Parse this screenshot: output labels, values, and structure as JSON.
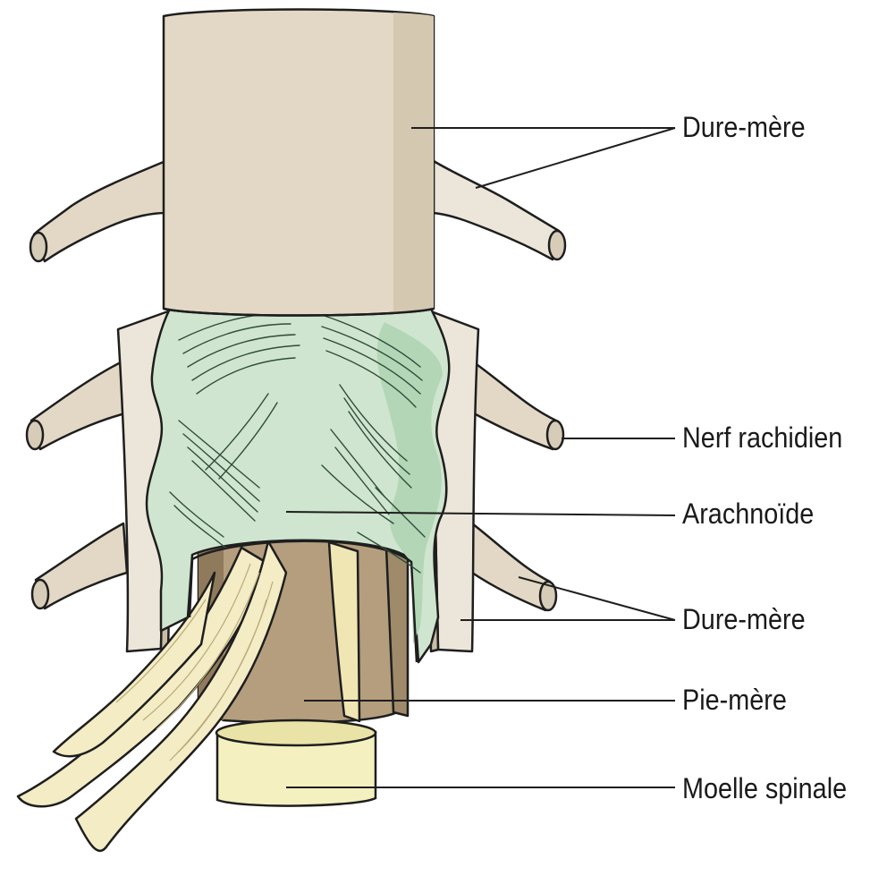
{
  "labels": {
    "dura_mater_top": "Dure-mère",
    "spinal_nerve": "Nerf rachidien",
    "arachnoid": "Arachnoïde",
    "dura_mater_bottom": "Dure-mère",
    "pia_mater": "Pie-mère",
    "spinal_cord": "Moelle spinale"
  },
  "colors": {
    "dura": "#e2d8c5",
    "dura_shade": "#c9bda6",
    "dura_cut": "#ece6da",
    "arachnoid": "#cfe5cf",
    "arachnoid_shade": "#b3d6b6",
    "arachnoid_fiber": "#2f4d3a",
    "pia": "#b49e7e",
    "pia_dark": "#8f7a5c",
    "spinal_cord": "#f4f0c0",
    "nerve_roots": "#f3ecc4",
    "outline": "#1e1e1e"
  }
}
